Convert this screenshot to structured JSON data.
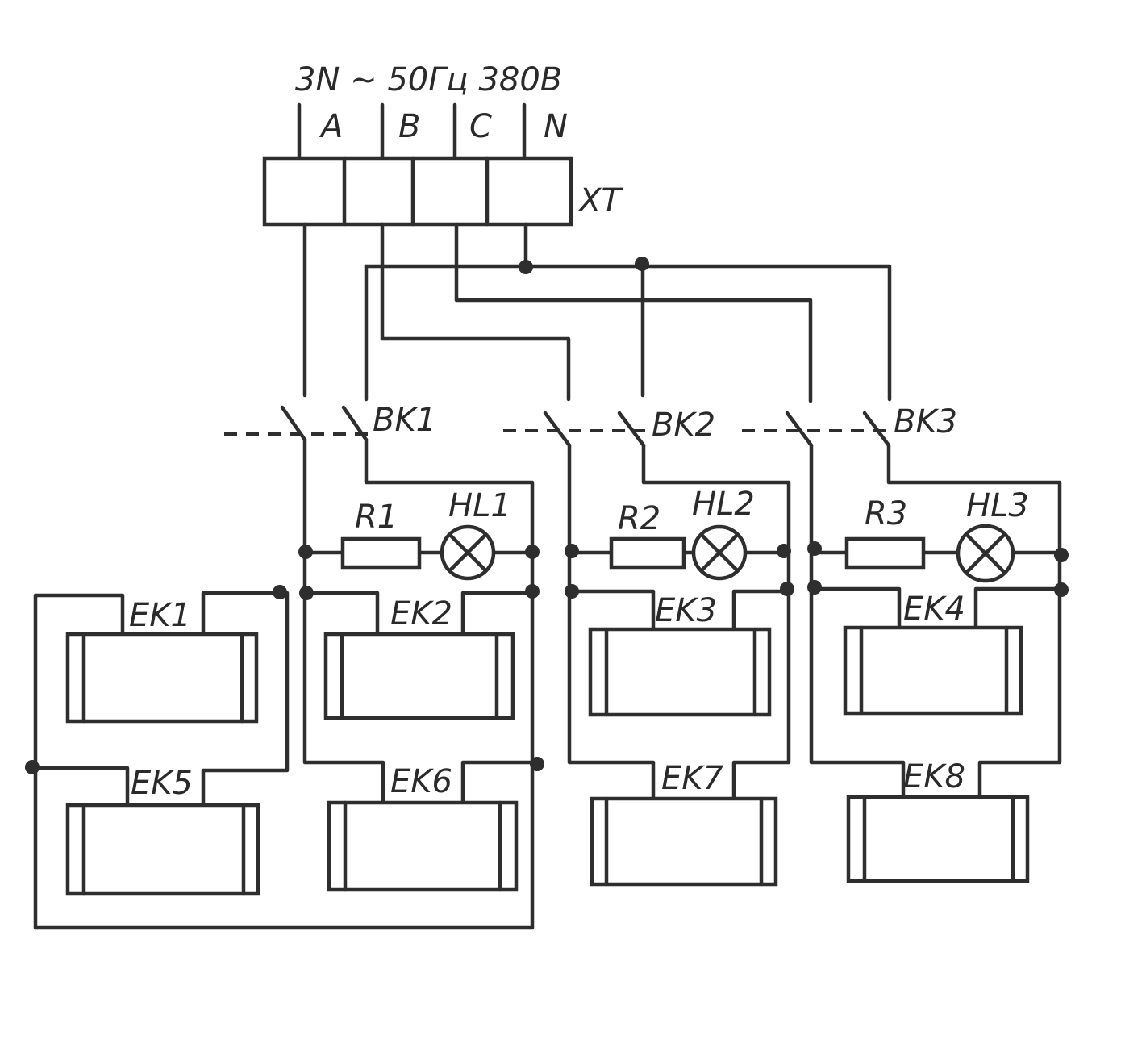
{
  "supply": {
    "label": "3N ~ 50Гц 380В"
  },
  "phases": {
    "a": "A",
    "b": "B",
    "c": "C",
    "n": "N"
  },
  "terminal_block": {
    "label": "XT"
  },
  "switches": {
    "bk1": "BK1",
    "bk2": "BK2",
    "bk3": "BK3"
  },
  "resistors": {
    "r1": "R1",
    "r2": "R2",
    "r3": "R3"
  },
  "lamps": {
    "hl1": "HL1",
    "hl2": "HL2",
    "hl3": "HL3"
  },
  "heaters": {
    "ek1": "EK1",
    "ek2": "EK2",
    "ek3": "EK3",
    "ek4": "EK4",
    "ek5": "EK5",
    "ek6": "EK6",
    "ek7": "EK7",
    "ek8": "EK8"
  }
}
